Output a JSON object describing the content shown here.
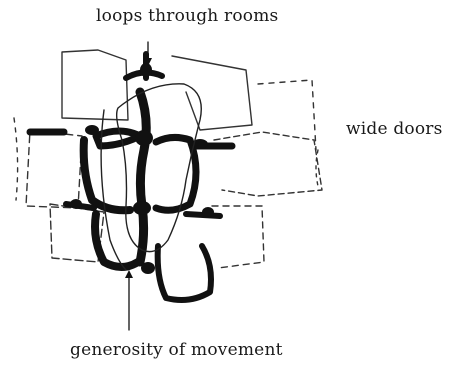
{
  "figure": {
    "labels": {
      "loops": "loops through rooms",
      "doors": "wide doors",
      "movement": "generosity of movement"
    },
    "colors": {
      "ink": "#1a1a1a",
      "paper": "#ffffff"
    }
  }
}
